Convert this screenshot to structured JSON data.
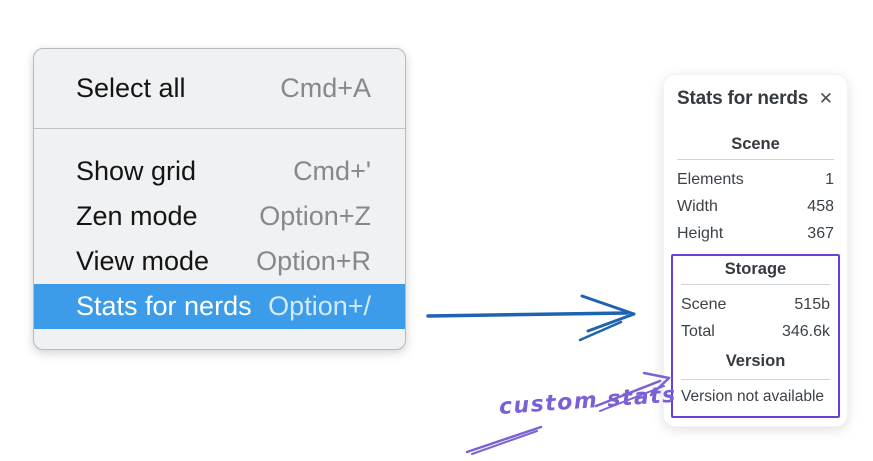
{
  "colors": {
    "menu_highlight": "#3d9ce9",
    "blue_arrow": "#1e63b0",
    "annotation_purple": "#7c63d2",
    "box_purple": "#6741d9"
  },
  "context_menu": {
    "groups": [
      {
        "items": [
          {
            "label": "Select all",
            "shortcut": "Cmd+A"
          }
        ]
      },
      {
        "items": [
          {
            "label": "Show grid",
            "shortcut": "Cmd+'"
          },
          {
            "label": "Zen mode",
            "shortcut": "Option+Z"
          },
          {
            "label": "View mode",
            "shortcut": "Option+R"
          },
          {
            "label": "Stats for nerds",
            "shortcut": "Option+/"
          }
        ]
      }
    ]
  },
  "stats_panel": {
    "title": "Stats for nerds",
    "close_icon": "✕",
    "scene": {
      "header": "Scene",
      "rows": [
        {
          "label": "Elements",
          "value": "1"
        },
        {
          "label": "Width",
          "value": "458"
        },
        {
          "label": "Height",
          "value": "367"
        }
      ]
    },
    "storage": {
      "header": "Storage",
      "rows": [
        {
          "label": "Scene",
          "value": "515b"
        },
        {
          "label": "Total",
          "value": "346.6k"
        }
      ]
    },
    "version": {
      "header": "Version",
      "note": "Version not available"
    }
  },
  "annotation": {
    "text": "custom stats"
  }
}
